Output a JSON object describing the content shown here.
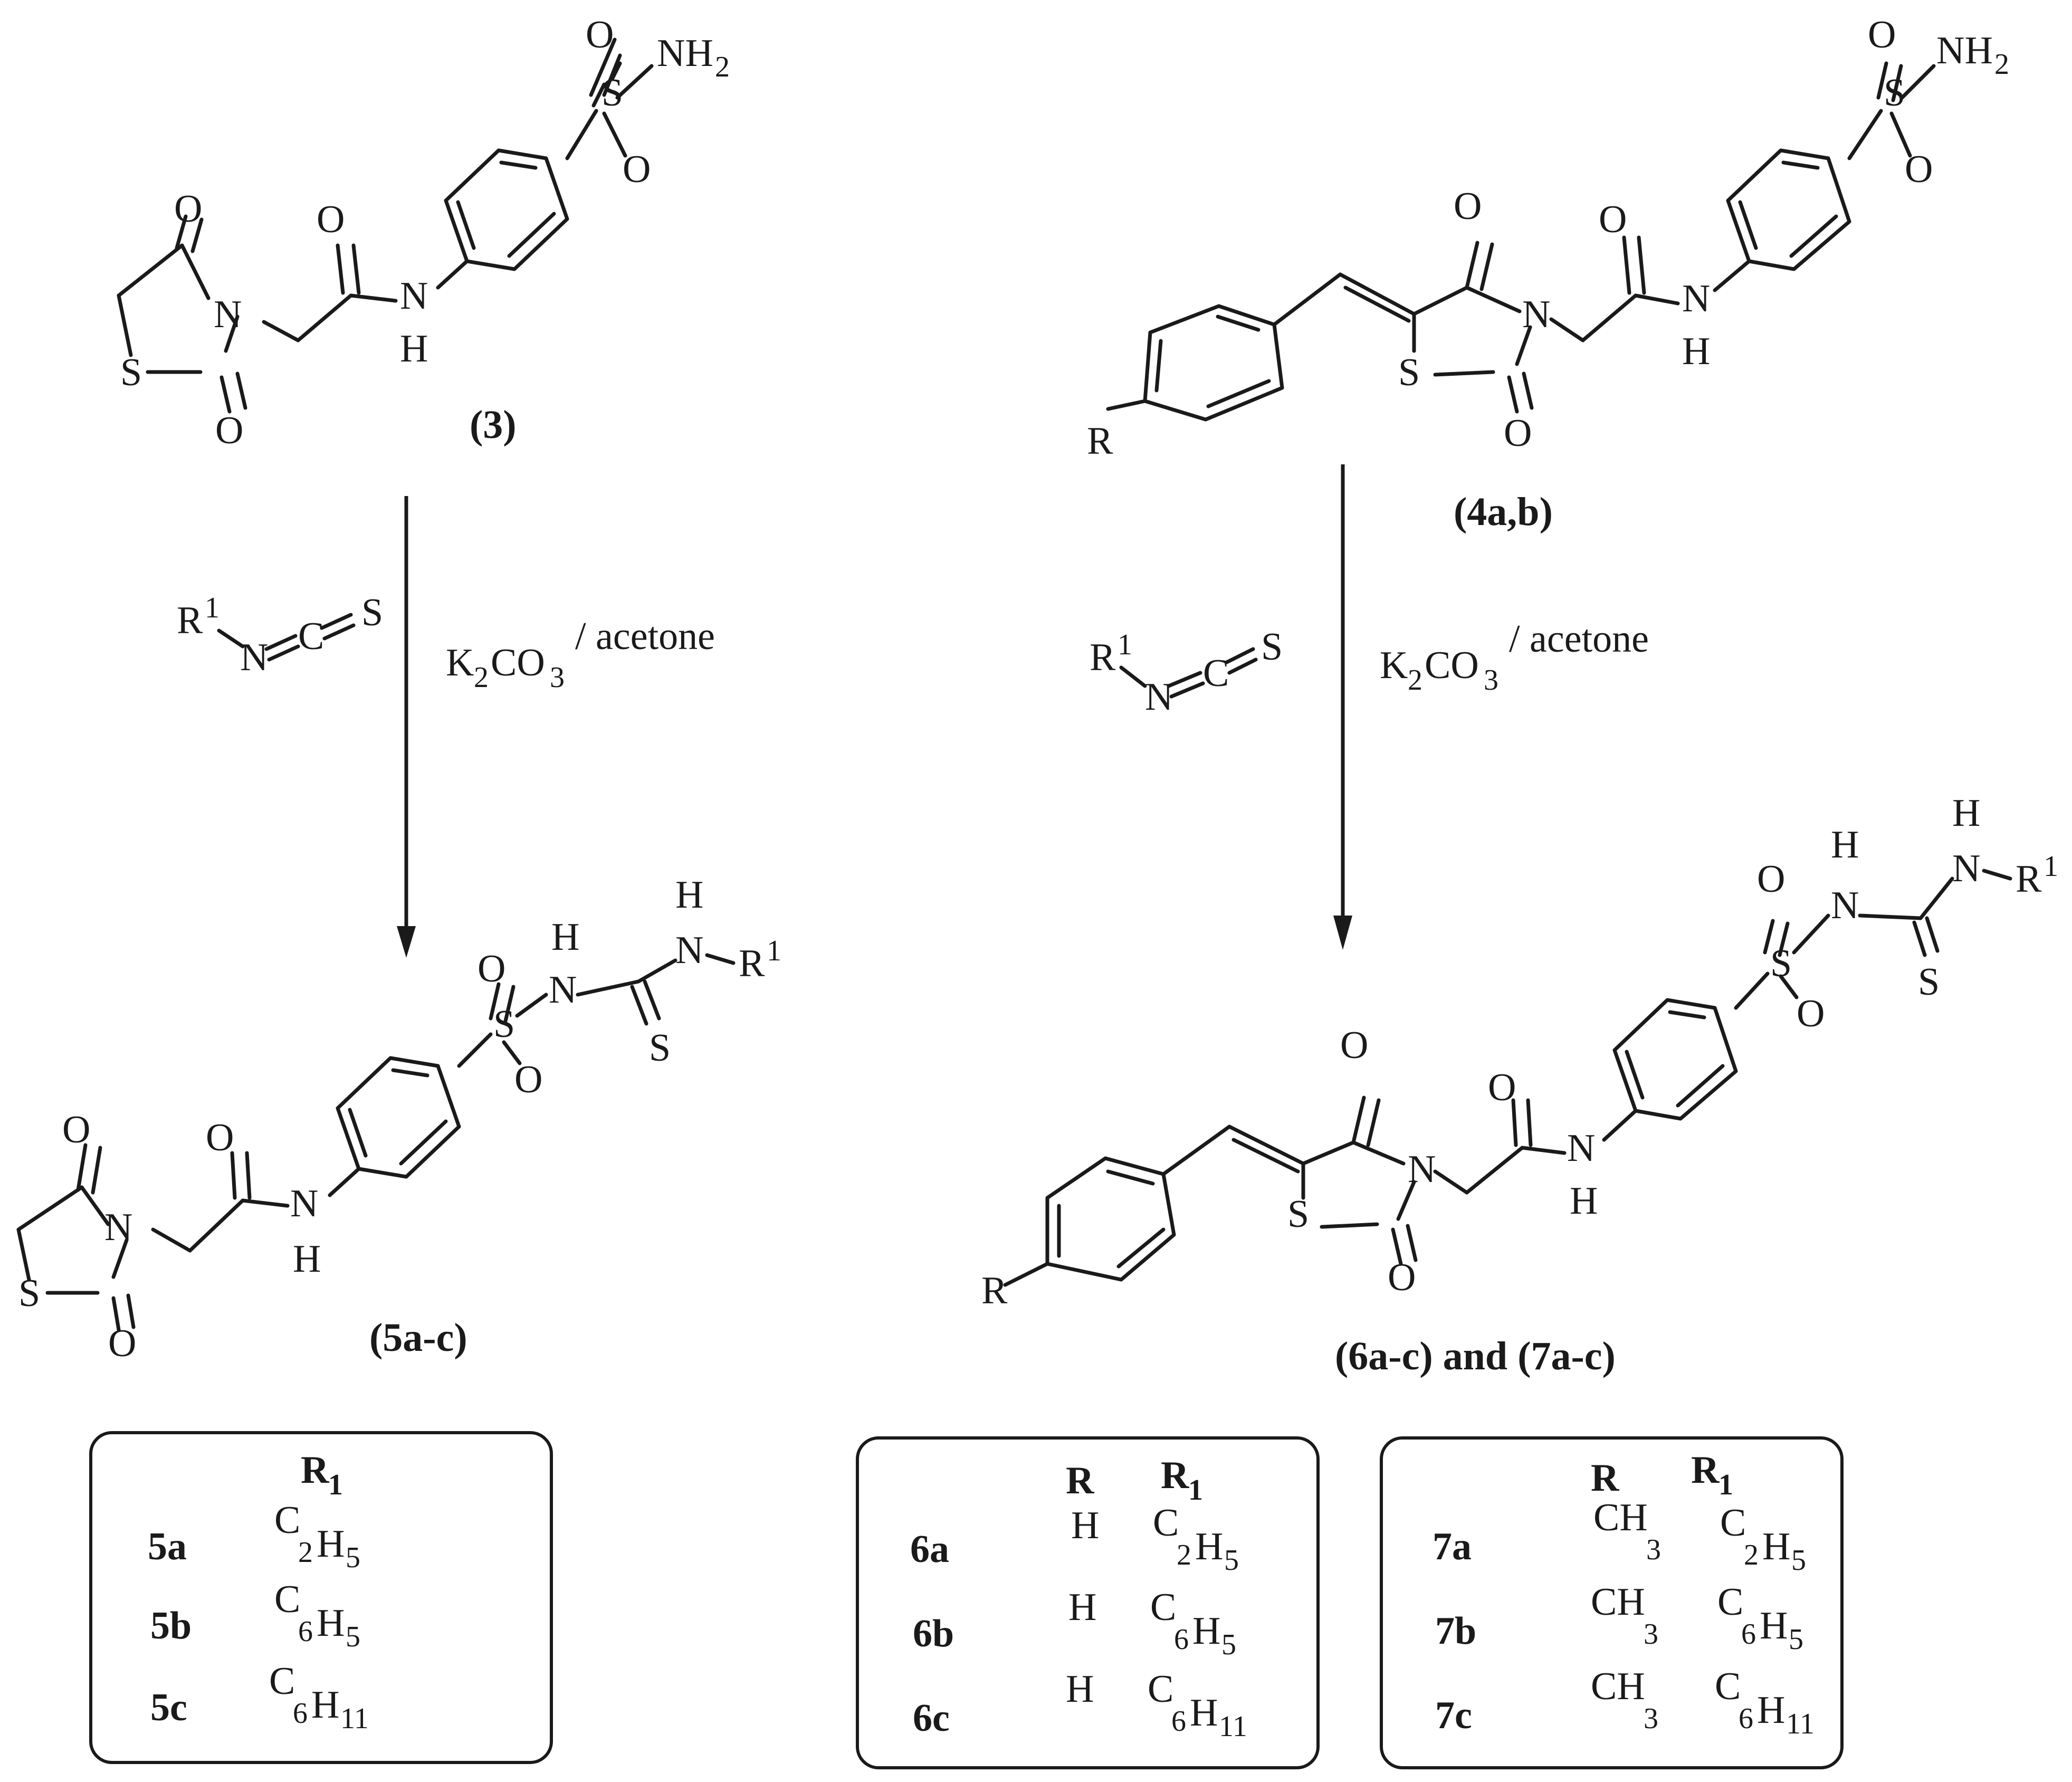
{
  "atoms": {
    "O": "O",
    "N": "N",
    "S": "S",
    "H": "H",
    "C": "C",
    "NH": "NH",
    "NH2_sub": "2",
    "R": "R",
    "R1_base": "R",
    "R1_sup": "1"
  },
  "compounds": {
    "c3": "(3)",
    "c4": "(4a,b)",
    "c5": "(5a-c)",
    "c67": "(6a-c) and (7a-c)"
  },
  "reagents": {
    "base_K": "K",
    "base_sub1": "2",
    "base_CO": "CO",
    "base_sub2": "3",
    "solvent": "/ acetone"
  },
  "tables": {
    "t5": {
      "header_r1": "R",
      "header_r1_sub": "1",
      "rows": [
        {
          "id": "5a",
          "r1_c": "C",
          "r1_n": "2",
          "r1_h": "H",
          "r1_hn": "5"
        },
        {
          "id": "5b",
          "r1_c": "C",
          "r1_n": "6",
          "r1_h": "H",
          "r1_hn": "5"
        },
        {
          "id": "5c",
          "r1_c": "C",
          "r1_n": "6",
          "r1_h": "H",
          "r1_hn": "11"
        }
      ]
    },
    "t6": {
      "header_r": "R",
      "header_r1": "R",
      "header_r1_sub": "1",
      "rows": [
        {
          "id": "6a",
          "r": "H",
          "r1_c": "C",
          "r1_n": "2",
          "r1_h": "H",
          "r1_hn": "5"
        },
        {
          "id": "6b",
          "r": "H",
          "r1_c": "C",
          "r1_n": "6",
          "r1_h": "H",
          "r1_hn": "5"
        },
        {
          "id": "6c",
          "r": "H",
          "r1_c": "C",
          "r1_n": "6",
          "r1_h": "H",
          "r1_hn": "11"
        }
      ]
    },
    "t7": {
      "header_r": "R",
      "header_r1": "R",
      "header_r1_sub": "1",
      "rows": [
        {
          "id": "7a",
          "r": "CH",
          "r_sub": "3",
          "r1_c": "C",
          "r1_n": "2",
          "r1_h": "H",
          "r1_hn": "5"
        },
        {
          "id": "7b",
          "r": "CH",
          "r_sub": "3",
          "r1_c": "C",
          "r1_n": "6",
          "r1_h": "H",
          "r1_hn": "5"
        },
        {
          "id": "7c",
          "r": "CH",
          "r_sub": "3",
          "r1_c": "C",
          "r1_n": "6",
          "r1_h": "H",
          "r1_hn": "11"
        }
      ]
    }
  }
}
